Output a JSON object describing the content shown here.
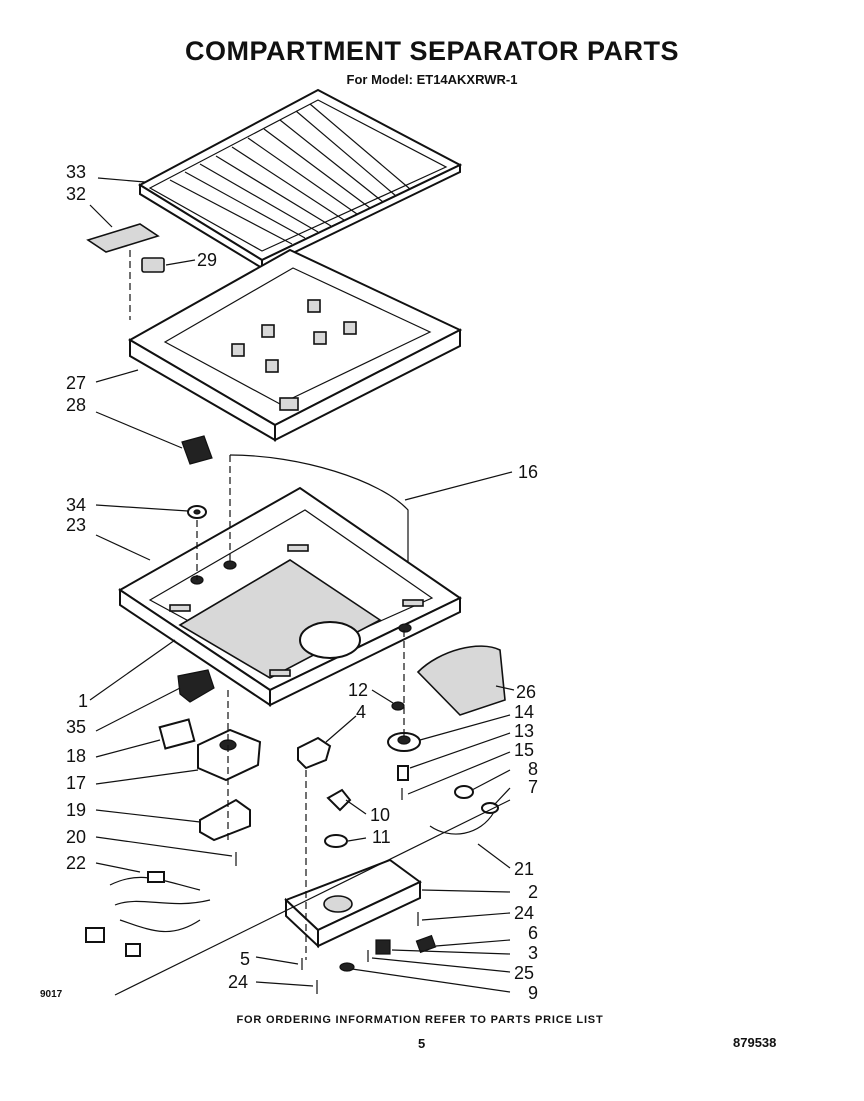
{
  "title": "COMPARTMENT SEPARATOR PARTS",
  "subtitle": "For Model: ET14AKXRWR-1",
  "footer": {
    "ordering_note": "FOR ORDERING INFORMATION REFER TO PARTS PRICE LIST",
    "page_number": "5",
    "document_number": "879538",
    "figure_code": "9017"
  },
  "callouts": [
    "33",
    "32",
    "29",
    "27",
    "28",
    "34",
    "23",
    "16",
    "1",
    "35",
    "18",
    "17",
    "19",
    "20",
    "22",
    "12",
    "4",
    "26",
    "14",
    "13",
    "15",
    "8",
    "7",
    "10",
    "11",
    "21",
    "2",
    "24",
    "6",
    "3",
    "25",
    "9",
    "5",
    "24"
  ]
}
